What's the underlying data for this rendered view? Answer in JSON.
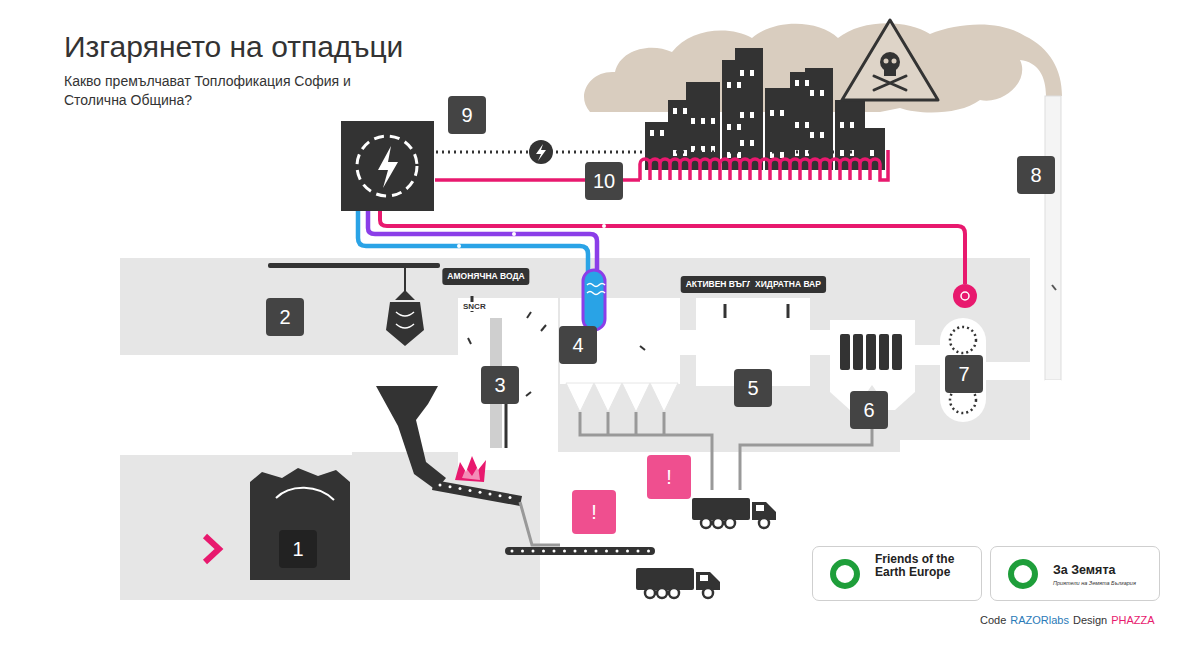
{
  "diagram": {
    "title": "Изгарянето на отпадъци",
    "caption": "Какво премълчават Топлофикация София и Столична Община?",
    "nodes": [
      {
        "text": [
          "АМОНЯЧНА ВОДА"
        ]
      },
      {
        "text": [
          "АКТИВЕН ВЪГЛЕН"
        ]
      },
      {
        "text": [
          "ХИДРАТНА ВАР"
        ]
      },
      {
        "text": [
          "Friends of the Earth Europe"
        ]
      },
      {
        "text": [
          "За Земята",
          "Приятели на Земята България"
        ]
      }
    ],
    "labels": [
      "9",
      "8",
      "10",
      "2",
      "SNCR",
      "4",
      "7",
      "3",
      "5",
      "6",
      "!",
      "!",
      "1",
      "Code",
      "RAZORlabs",
      "Design",
      "PHAZZA"
    ]
  }
}
